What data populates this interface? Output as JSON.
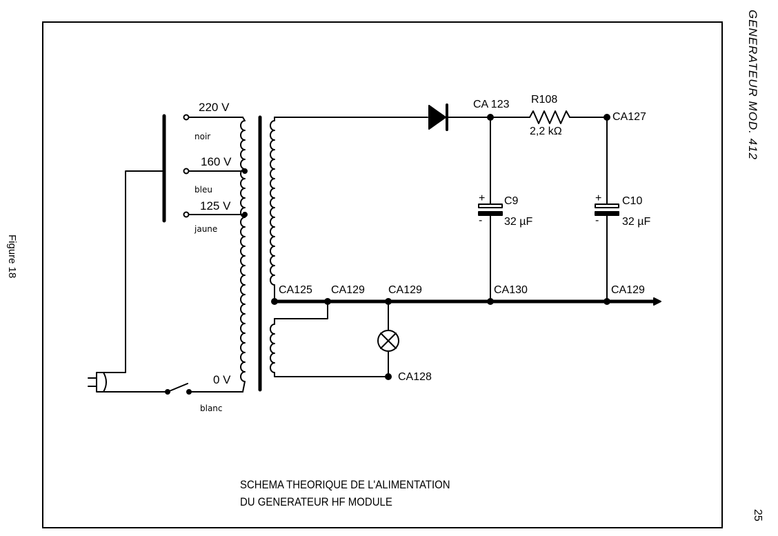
{
  "header_side": "GENERATEUR MOD. 412",
  "figure_label": "Figure 18",
  "page_number": "25",
  "caption": {
    "line1": "SCHEMA THEORIQUE DE L'ALIMENTATION",
    "line2": "DU GENERATEUR HF MODULE"
  },
  "taps": [
    {
      "voltage": "220 V",
      "wire": "noir"
    },
    {
      "voltage": "160 V",
      "wire": "bleu"
    },
    {
      "voltage": "125 V",
      "wire": "jaune"
    },
    {
      "voltage": "0 V",
      "wire": "blanc"
    }
  ],
  "nodes": {
    "ca123": "CA 123",
    "ca127": "CA127",
    "ca125": "CA125",
    "ca129_a": "CA129",
    "ca129_b": "CA129",
    "ca130": "CA130",
    "ca129_c": "CA129",
    "ca128": "CA128"
  },
  "components": {
    "r108_name": "R108",
    "r108_value": "2,2 kΩ",
    "c9_name": "C9",
    "c9_value": "32 µF",
    "c10_name": "C10",
    "c10_value": "32 µF",
    "plus_sign": "+",
    "minus_sign": "-"
  }
}
